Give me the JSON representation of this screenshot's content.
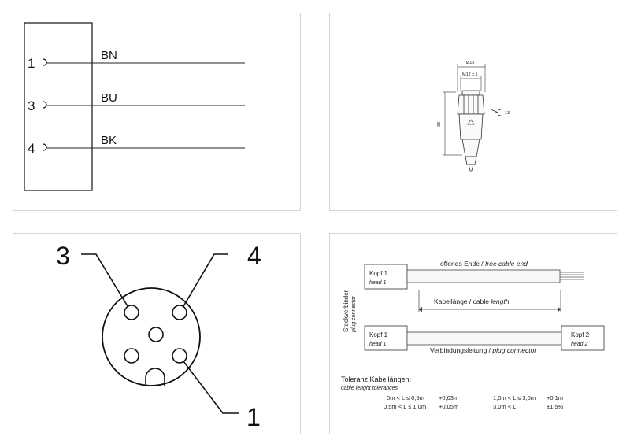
{
  "wiring": {
    "pins": [
      {
        "number": "1",
        "color": "BN"
      },
      {
        "number": "3",
        "color": "BU"
      },
      {
        "number": "4",
        "color": "BK"
      }
    ]
  },
  "dimensions": {
    "diameter": "Ø15",
    "thread": "M12 x 1",
    "length": "38",
    "wrench": "13"
  },
  "pinout": {
    "labels": [
      "3",
      "4",
      "1"
    ]
  },
  "cable": {
    "head1_title": "Kopf 1",
    "head1_sub": "head 1",
    "head2_title": "Kopf 2",
    "head2_sub": "head 2",
    "free_end_de": "offenes Ende / ",
    "free_end_en": "free cable end",
    "length_de": "Kabellänge / cable ",
    "length_en": "length",
    "conn_de": "Verbindungsleitung / ",
    "conn_en": "plug connector",
    "side_de": "Steckverbinder",
    "side_en": "plug connector",
    "tol_title": "Toleranz Kabellängen:",
    "tol_sub": "cable lenght tolerances",
    "tolerances": [
      {
        "range": "0m < L ≤ 0,5m",
        "value": "+0,03m"
      },
      {
        "range": "1,0m < L ≤ 3,0m",
        "value": "+0,1m"
      },
      {
        "range": "0,5m < L ≤ 1,0m",
        "value": "+0,05m"
      },
      {
        "range": "3,0m < L",
        "value": "±1,5%"
      }
    ]
  }
}
